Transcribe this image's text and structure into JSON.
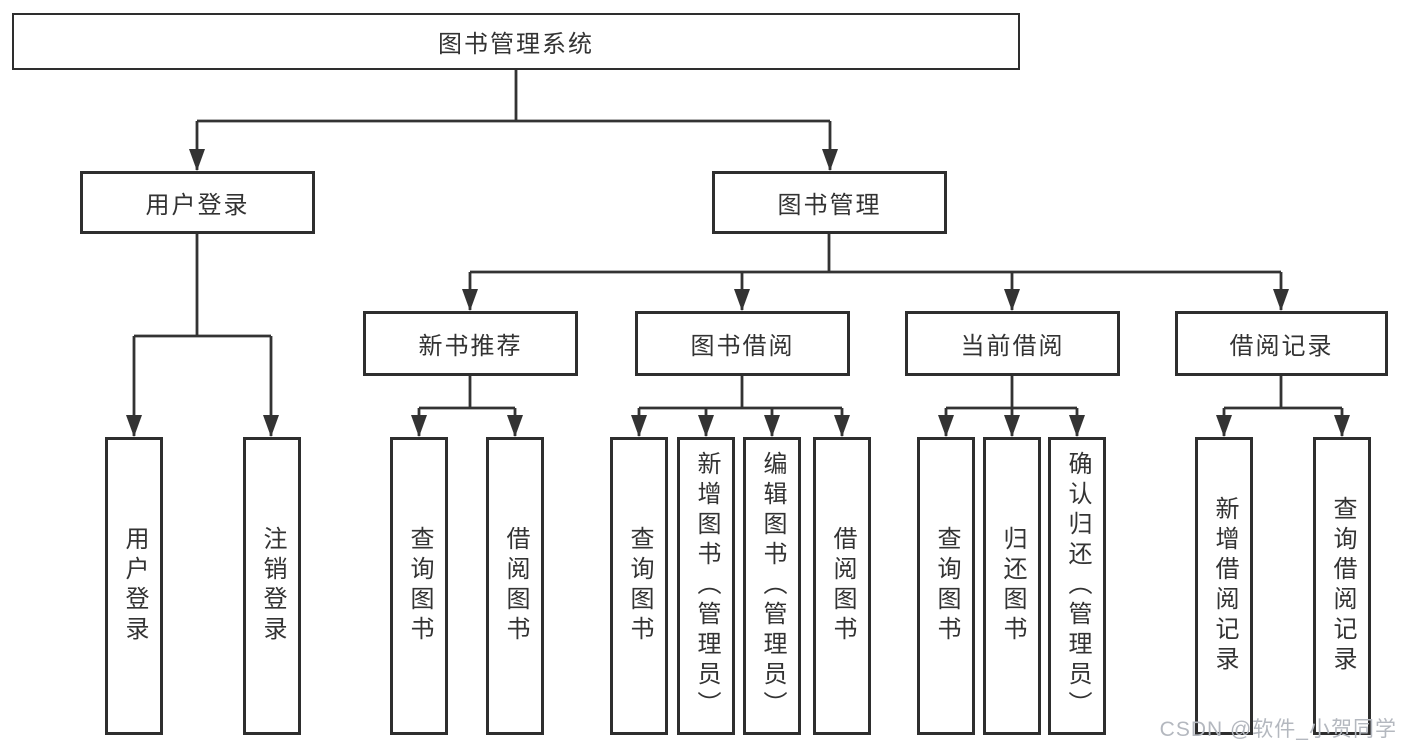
{
  "diagram_type": "hierarchy-structure-chart",
  "tree": {
    "label": "图书管理系统",
    "children": [
      {
        "label": "用户登录",
        "children": [
          {
            "label": "用户登录"
          },
          {
            "label": "注销登录"
          }
        ]
      },
      {
        "label": "图书管理",
        "children": [
          {
            "label": "新书推荐",
            "children": [
              {
                "label": "查询图书"
              },
              {
                "label": "借阅图书"
              }
            ]
          },
          {
            "label": "图书借阅",
            "children": [
              {
                "label": "查询图书"
              },
              {
                "label": "新增图书（管理员）"
              },
              {
                "label": "编辑图书（管理员）"
              },
              {
                "label": "借阅图书"
              }
            ]
          },
          {
            "label": "当前借阅",
            "children": [
              {
                "label": "查询图书"
              },
              {
                "label": "归还图书"
              },
              {
                "label": "确认归还（管理员）"
              }
            ]
          },
          {
            "label": "借阅记录",
            "children": [
              {
                "label": "新增借阅记录"
              },
              {
                "label": "查询借阅记录"
              }
            ]
          }
        ]
      }
    ]
  },
  "watermark": {
    "text": "CSDN @软件_小贺同学"
  },
  "colors": {
    "line": "#333333",
    "border": "#2e2e2e",
    "text": "#333333",
    "watermark": "#b4b8bf",
    "bg": "#ffffff"
  }
}
